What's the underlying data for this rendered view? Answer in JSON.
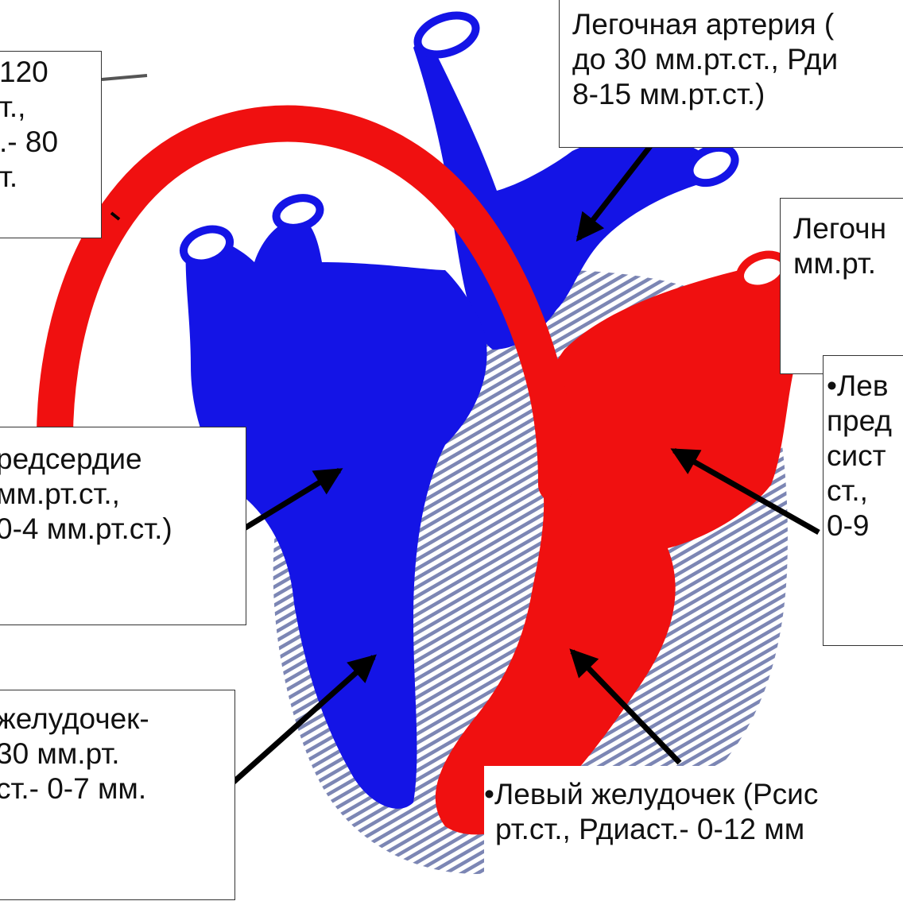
{
  "colors": {
    "venous_blue": "#1414e6",
    "arterial_red": "#f01010",
    "stripe": "#7c86b4",
    "arrow": "#000000"
  },
  "labels": {
    "aorta": [
      "120",
      "т.,",
      ".- 80",
      "т."
    ],
    "pulmonary_artery": [
      "Легочная артерия (",
      "до 30 мм.рт.ст., Рди",
      "8-15 мм.рт.ст.)"
    ],
    "pulmonary_vein": [
      "Легочн",
      "мм.рт."
    ],
    "right_atrium": [
      "редсердие",
      "мм.рт.ст.,",
      "0-4 мм.рт.ст.)"
    ],
    "left_atrium": [
      "•Лев",
      "пред",
      "сист",
      "ст.,",
      "0-9"
    ],
    "right_ventricle": [
      "желудочек-",
      "30 мм.рт.",
      "ст.- 0-7 мм."
    ],
    "left_ventricle": [
      "•Левый желудочек (Рсис",
      "рт.ст., Рдиаст.- 0-12 мм"
    ]
  }
}
